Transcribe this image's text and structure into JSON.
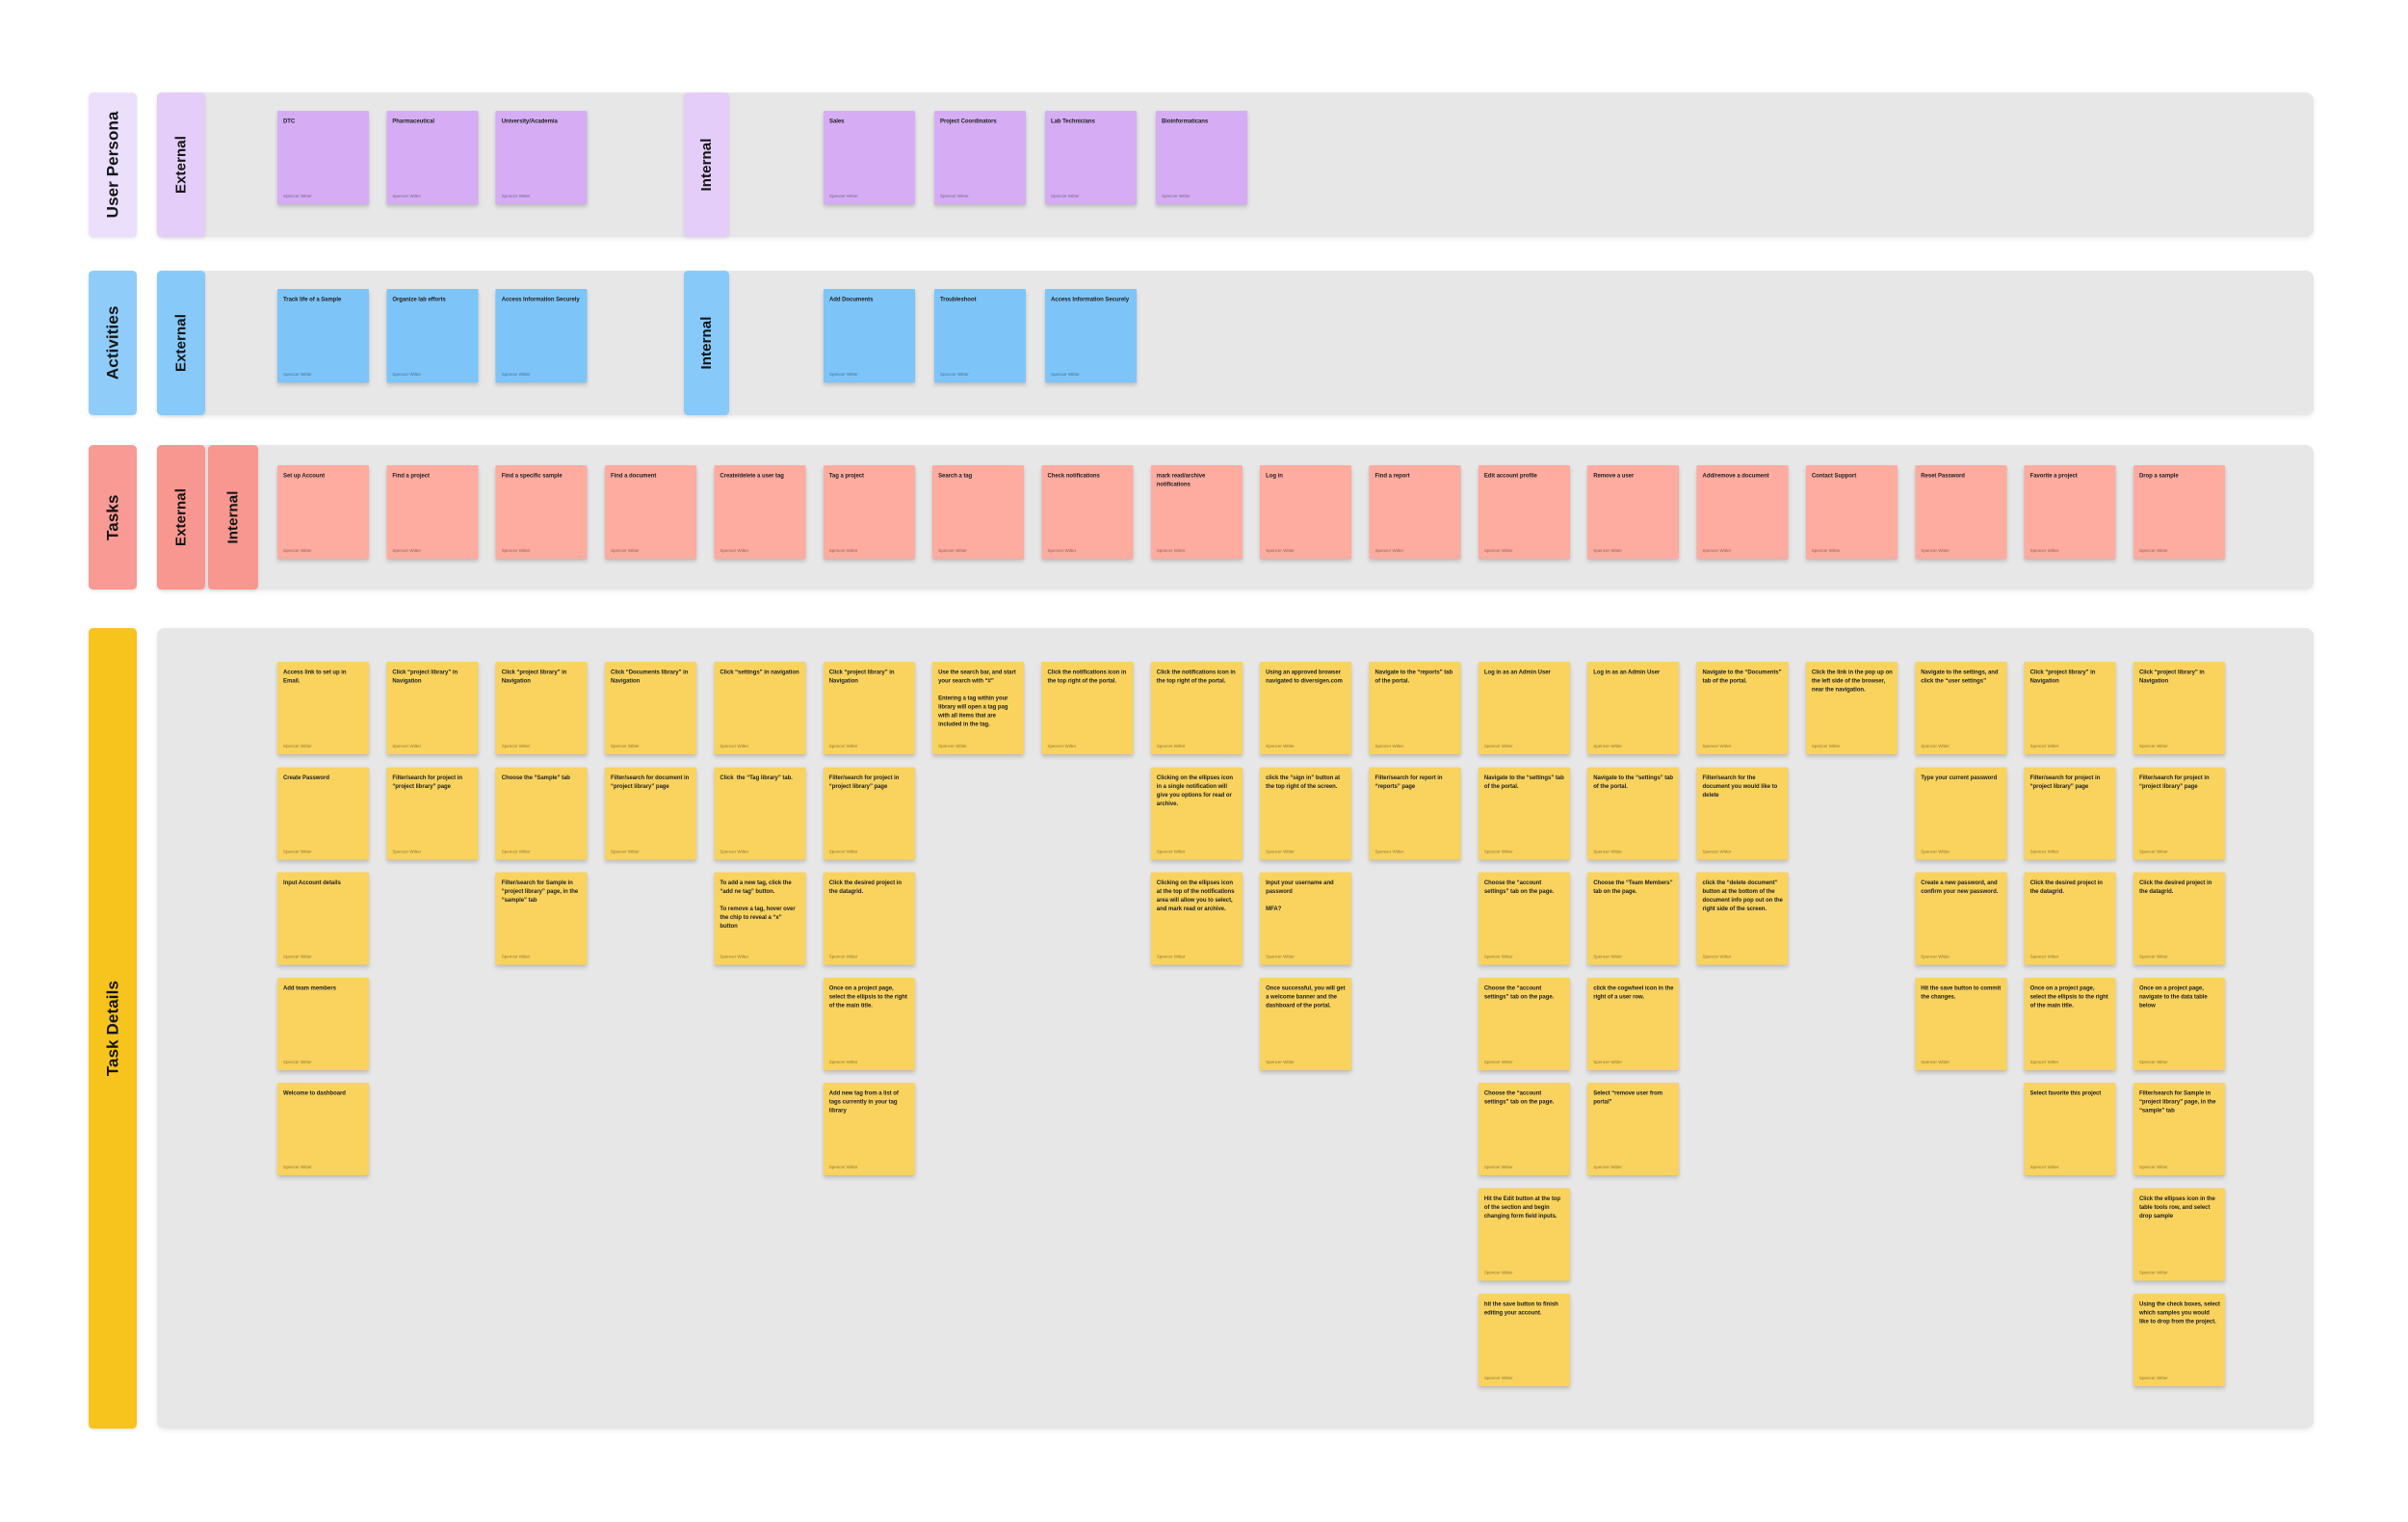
{
  "note_author": "Spencer Witter",
  "personas": {
    "row_label": "User Persona",
    "section_labels": [
      "External",
      "Internal"
    ],
    "external": [
      "DTC",
      "Pharmaceutical",
      "University/Academia"
    ],
    "internal": [
      "Sales",
      "Project Coordinators",
      "Lab Technicians",
      "Bioinformaticans"
    ]
  },
  "activities": {
    "row_label": "Activities",
    "section_labels": [
      "External",
      "Internal"
    ],
    "external": [
      "Track life of a Sample",
      "Organize lab efforts",
      "Access Information Securely"
    ],
    "internal": [
      "Add Documents",
      "Troubleshoot",
      "Access Information Securely"
    ]
  },
  "tasks": {
    "row_label": "Tasks",
    "section_labels": [
      "External",
      "Internal"
    ],
    "items": [
      "Set up Account",
      "Find a project",
      "Find a specific sample",
      "Find a document",
      "Create/delete a user tag",
      "Tag a project",
      "Search a tag",
      "Check notifications",
      "mark read/archive notifications",
      "Log in",
      "Find a report",
      "Edit account profile",
      "Remove a user",
      "Add/remove a document",
      "Contact Support",
      "Reset Password",
      "Favorite a project",
      "Drop a sample"
    ]
  },
  "task_details": {
    "row_label": "Task Details",
    "columns": [
      [
        "Access link to set up in Email.",
        "Create Password",
        "Input Account details",
        "Add team members",
        "Welcome to dashboard"
      ],
      [
        "Click “project library” in Navigation",
        "Filter/search for project in “project library” page"
      ],
      [
        "Click “project library” in Navigation",
        "Choose the “Sample” tab",
        "Filter/search for Sample in “project library” page, in the “sample” tab"
      ],
      [
        "Click “Documents library” in Navigation",
        "Filter/search for document in “project library” page"
      ],
      [
        "Click “settings” in navigation",
        "Click  the “Tag library” tab.",
        "To add a new tag, click the “add ne tag” button.\n\nTo remove a tag, hover over the chip to reveal a “x” button"
      ],
      [
        "Click “project library” in Navigation",
        "Filter/search for project in “project library” page",
        "Click the desired project in the datagrid.",
        "Once on a project page, select the ellipsis to the right of the main title.",
        "Add new tag from a list of tags currently in your tag library"
      ],
      [
        "Use the search bar, and start your search with “#”\n\nEntering a tag within your library will open a tag pag with all items that are included in the tag."
      ],
      [
        "Click the notifications icon in the top right of the portal."
      ],
      [
        "Click the notifications icon in the top right of the portal.",
        "Clicking on the ellipses icon in a single notification will give you options for read or archive.",
        "Clicking on the ellipses icon at the top of the notifications area will allow you to select, and mark read or archive."
      ],
      [
        "Using an approved browser navigated to diversigen.com",
        "click the “sign in” button at the top right of the screen.",
        "Input your username and password\n\nMFA?",
        "Once successful, you will get a welcome banner and the dashboard of the portal."
      ],
      [
        "Navigate to the “reports” tab of the portal.",
        "Filter/search for report in “reports” page"
      ],
      [
        "Log in as an Admin User",
        "Navigate to the “settings” tab of the portal.",
        "Choose the “account settings” tab on the page.",
        "Choose the “account settings” tab on the page.",
        "Choose the “account settings” tab on the page.",
        "Hit the Edit button at the top of the section and begin changing form field inputs.",
        "hit the save button to finish editing your account."
      ],
      [
        "Log in as an Admin User",
        "Navigate to the “settings” tab of the portal.",
        "Choose the “Team Members” tab on the page.",
        "click the cogwheel icon in the right of a user row.",
        "Select “remove user from portal”"
      ],
      [
        "Navigate to the “Documents” tab of the portal.",
        "Filter/search for the document you would like to delete",
        "click the “delete document” button at the bottom of the document info pop out on the right side of the screen."
      ],
      [
        "Click the link in the pop up on the left side of the browser, near the navigation."
      ],
      [
        "Navigate to the settings, and click the “user settings”",
        "Type your current password",
        "Create a new password, and confirm your new password.",
        "Hit the save button to commit the changes."
      ],
      [
        "Click “project library” in Navigation",
        "Filter/search for project in “project library” page",
        "Click the desired project in the datagrid.",
        "Once on a project page, select the ellipsis to the right of the main title.",
        "Select favorite this project"
      ],
      [
        "Click “project library” in Navigation",
        "Filter/search for project in “project library” page",
        "Click the desired project in the datagrid.",
        "Once on a project page, navigate to the data table below",
        "Filter/search for Sample in “project library” page, in the “sample” tab",
        "Click the ellipses icon in the table tools row, and select drop sample",
        "Using the check boxes, select which samples you would like to drop from the project."
      ]
    ]
  },
  "colors": {
    "background": "#ffffff",
    "band": "#e7e7e7",
    "persona_label": "#ecdffc",
    "persona_section": "#e4cdf9",
    "persona_note": "#d6adf4",
    "activity_label": "#8fccfa",
    "activity_section": "#87c9f9",
    "activity_note": "#7dc5f9",
    "task_label": "#f99a94",
    "task_section": "#f89690",
    "task_note": "#feaba0",
    "detail_label": "#f7c31d",
    "detail_note": "#f9d35e"
  }
}
